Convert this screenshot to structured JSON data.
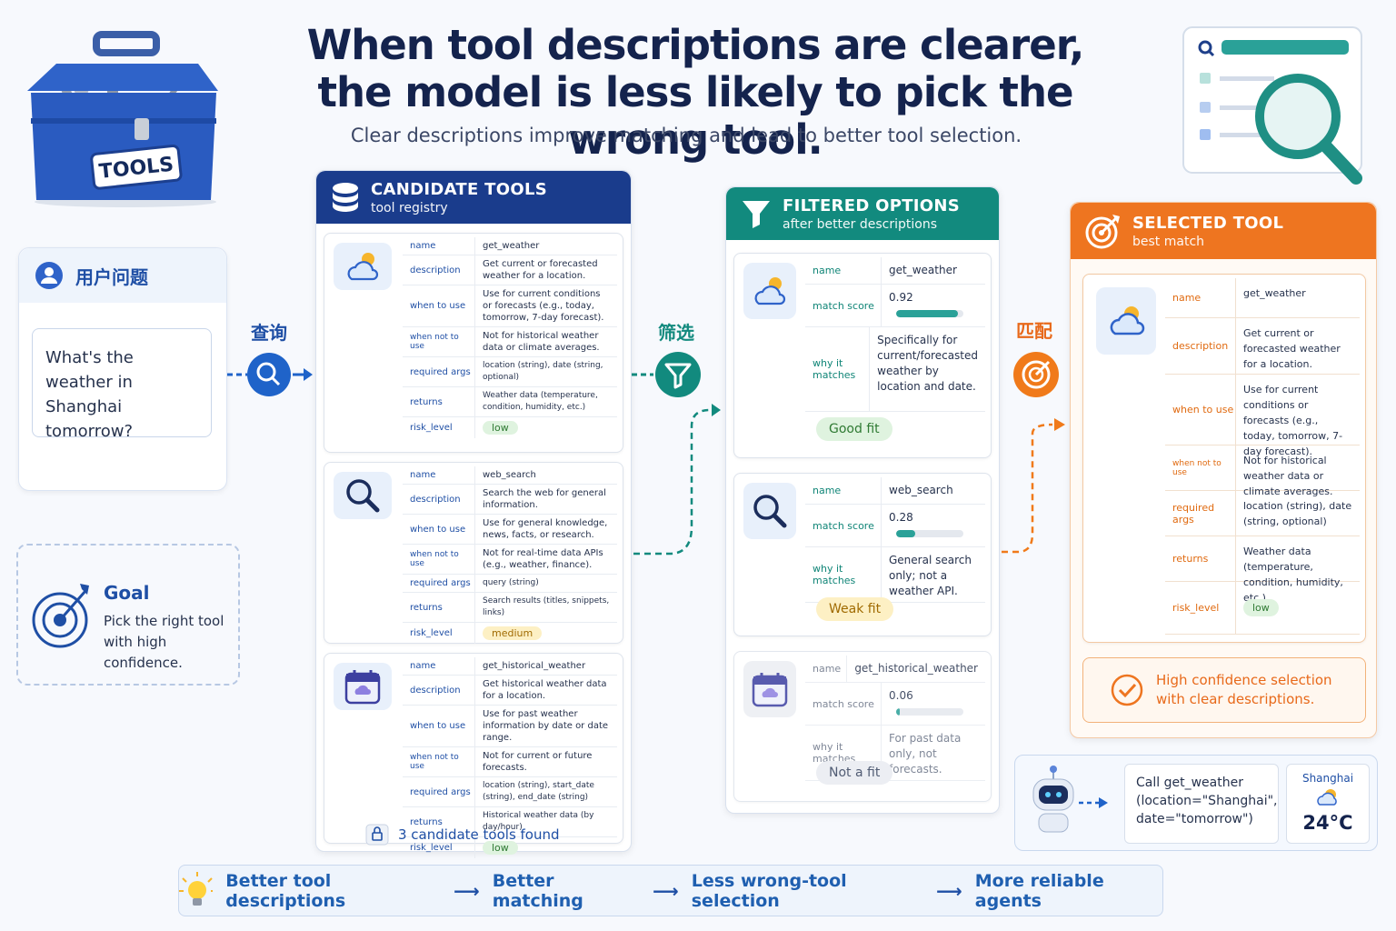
{
  "title_line1": "When tool descriptions are clearer,",
  "title_line2": "the model is less likely to pick the wrong tool.",
  "subtitle": "Clear descriptions improve matching and lead to better tool selection.",
  "toolbox_label": "TOOLS",
  "question": {
    "header": "用户问题",
    "text": "What's the weather in Shanghai tomorrow?"
  },
  "goal": {
    "title": "Goal",
    "text": "Pick the right tool with high confidence."
  },
  "steps": {
    "query": "查询",
    "filter": "筛选",
    "match": "匹配"
  },
  "candidates": {
    "title": "CANDIDATE TOOLS",
    "subtitle": "tool registry",
    "footer": "3 candidate tools found",
    "tools": [
      {
        "icon": "weather-icon",
        "rows": [
          {
            "k": "name",
            "v": "get_weather"
          },
          {
            "k": "description",
            "v": "Get current or forecasted weather for a location."
          },
          {
            "k": "when to use",
            "v": "Use for current conditions or forecasts (e.g., today, tomorrow, 7-day forecast)."
          },
          {
            "k": "when not to use",
            "v": "Not for historical weather data or climate averages."
          },
          {
            "k": "required args",
            "v": "location (string), date (string, optional)"
          },
          {
            "k": "returns",
            "v": "Weather data (temperature, condition, humidity, etc.)"
          },
          {
            "k": "risk_level",
            "v": "low",
            "pill": "low"
          }
        ]
      },
      {
        "icon": "search-icon",
        "rows": [
          {
            "k": "name",
            "v": "web_search"
          },
          {
            "k": "description",
            "v": "Search the web for general information."
          },
          {
            "k": "when to use",
            "v": "Use for general knowledge, news, facts, or research."
          },
          {
            "k": "when not to use",
            "v": "Not for real-time data APIs (e.g., weather, finance)."
          },
          {
            "k": "required args",
            "v": "query (string)"
          },
          {
            "k": "returns",
            "v": "Search results (titles, snippets, links)"
          },
          {
            "k": "risk_level",
            "v": "medium",
            "pill": "med"
          }
        ]
      },
      {
        "icon": "calendar-icon",
        "rows": [
          {
            "k": "name",
            "v": "get_historical_weather"
          },
          {
            "k": "description",
            "v": "Get historical weather data for a location."
          },
          {
            "k": "when to use",
            "v": "Use for past weather information by date or date range."
          },
          {
            "k": "when not to use",
            "v": "Not for current or future forecasts."
          },
          {
            "k": "required args",
            "v": "location (string), start_date (string), end_date (string)"
          },
          {
            "k": "returns",
            "v": "Historical weather data (by day/hour)"
          },
          {
            "k": "risk_level",
            "v": "low",
            "pill": "low"
          }
        ]
      }
    ]
  },
  "filtered": {
    "title": "FILTERED OPTIONS",
    "subtitle": "after better descriptions",
    "labels": {
      "name": "name",
      "score": "match score",
      "why": "why it matches"
    },
    "options": [
      {
        "name": "get_weather",
        "score": 0.92,
        "score_text": "0.92",
        "why": "Specifically for current/forecasted weather by location and date.",
        "fit": "Good fit"
      },
      {
        "name": "web_search",
        "score": 0.28,
        "score_text": "0.28",
        "why": "General search only; not a weather API.",
        "fit": "Weak fit"
      },
      {
        "name": "get_historical_weather",
        "score": 0.06,
        "score_text": "0.06",
        "why": "For past data only, not forecasts.",
        "fit": "Not a fit"
      }
    ]
  },
  "selected": {
    "title": "SELECTED TOOL",
    "subtitle": "best match",
    "rows": [
      {
        "k": "name",
        "v": "get_weather"
      },
      {
        "k": "description",
        "v": "Get current or forecasted weather for a location."
      },
      {
        "k": "when to use",
        "v": "Use for current conditions or forecasts (e.g., today, tomorrow, 7-day forecast)."
      },
      {
        "k": "when not to use",
        "v": "Not for historical weather data or climate averages."
      },
      {
        "k": "required args",
        "v": "location (string), date (string, optional)"
      },
      {
        "k": "returns",
        "v": "Weather data (temperature, condition, humidity, etc.)"
      },
      {
        "k": "risk_level",
        "v": "low",
        "pill": "low"
      }
    ],
    "confidence": "High confidence selection with clear descriptions."
  },
  "call": {
    "text": "Call get_weather (location=\"Shanghai\", date=\"tomorrow\")",
    "city": "Shanghai",
    "temp": "24°C"
  },
  "footer": [
    "Better tool descriptions",
    "Better matching",
    "Less wrong-tool selection",
    "More reliable agents"
  ],
  "colors": {
    "blue": "#1f4fa5",
    "navy": "#1a3c8c",
    "teal": "#128a7e",
    "orange": "#f07a1a"
  }
}
